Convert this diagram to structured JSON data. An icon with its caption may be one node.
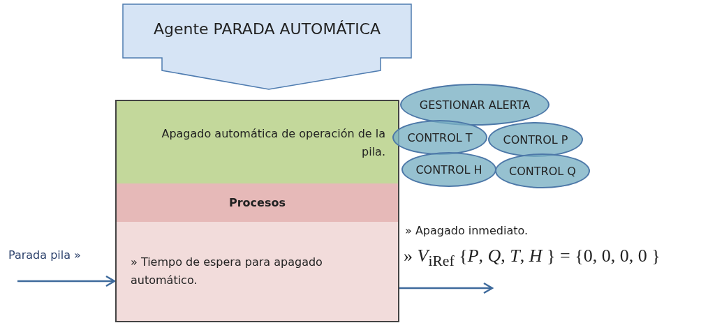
{
  "diagram": {
    "nodes": [
      {
        "text": [
          "Agente PARADA AUTOMÁTICA"
        ]
      },
      {
        "text": [
          "Apagado automática de operación de la pila."
        ]
      },
      {
        "text": [
          "Procesos"
        ]
      },
      {
        "text": [
          "» Tiempo de espera para apagado automático."
        ]
      },
      {
        "text": [
          "GESTIONAR ALERTA"
        ]
      },
      {
        "text": [
          "CONTROL T"
        ]
      },
      {
        "text": [
          "CONTROL P"
        ]
      },
      {
        "text": [
          "CONTROL H"
        ]
      },
      {
        "text": [
          "CONTROL Q"
        ]
      }
    ],
    "edges": [
      {
        "from": null,
        "to": 3,
        "arrow": "to",
        "label": "Parada pila »"
      },
      {
        "from": 3,
        "to": null,
        "arrow": "to"
      }
    ],
    "labels": [
      "» Apagado inmediato.",
      "» *V*$_{iRef}$ {*P*, *Q*, *T*, *H* } = {0, 0, 0, 0 }"
    ]
  }
}
